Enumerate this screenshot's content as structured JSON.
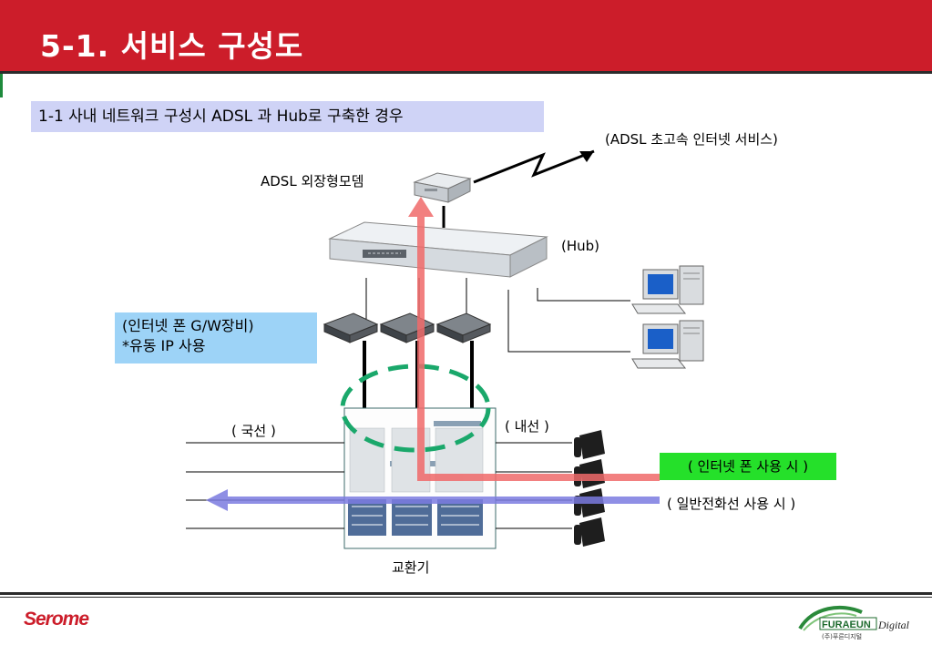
{
  "slide": {
    "title": "5-1. 서비스 구성도",
    "subtitle": "1-1 사내 네트워크 구성시 ADSL 과 Hub로 구축한 경우"
  },
  "labels": {
    "adsl_service": "(ADSL 초고속 인터넷 서비스)",
    "adsl_modem": "ADSL 외장형모뎀",
    "hub": "(Hub)",
    "gateway_line1": "(인터넷 폰 G/W장비)",
    "gateway_line2": "*유동 IP 사용",
    "trunk_line": "( 국선 )",
    "extension_line": "( 내선 )",
    "internet_phone_use": "( 인터넷 폰 사용 시 )",
    "regular_phone_use": "( 일반전화선 사용 시 )",
    "exchange": "교환기"
  },
  "footer": {
    "brand_left": "Serome",
    "brand_right_main": "FURAEUN",
    "brand_right_script": "Digital",
    "brand_right_sub": "(주)푸른디지털"
  },
  "colors": {
    "header_red": "#cc1d2a",
    "subtitle_bg": "#cfd3f6",
    "gateway_bg": "#9dd3f7",
    "internet_path": "#f06a6a",
    "phone_path": "#7b7be0",
    "highlight_green": "#25e02a",
    "dashed_ellipse": "#1aa86b"
  }
}
